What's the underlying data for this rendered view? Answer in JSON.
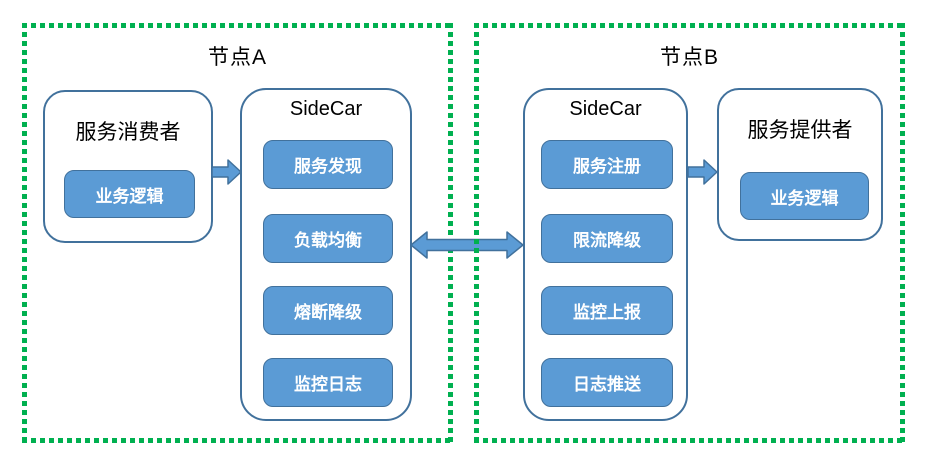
{
  "diagram": {
    "colors": {
      "accent_fill": "#5B9BD5",
      "accent_border": "#41719C",
      "dash_green": "#00B050",
      "box_text": "#ffffff",
      "title_text": "#000000"
    },
    "node_a": {
      "title": "节点A",
      "consumer": {
        "title": "服务消费者",
        "inner_box": "业务逻辑"
      },
      "sidecar": {
        "title": "SideCar",
        "boxes": [
          "服务发现",
          "负载均衡",
          "熔断降级",
          "监控日志"
        ]
      }
    },
    "node_b": {
      "title": "节点B",
      "sidecar": {
        "title": "SideCar",
        "boxes": [
          "服务注册",
          "限流降级",
          "监控上报",
          "日志推送"
        ]
      },
      "provider": {
        "title": "服务提供者",
        "inner_box": "业务逻辑"
      }
    },
    "arrows": [
      {
        "name": "consumer-to-sidecar-a",
        "direction": "right"
      },
      {
        "name": "sidecar-a-to-sidecar-b",
        "direction": "both"
      },
      {
        "name": "sidecar-b-to-provider",
        "direction": "right"
      }
    ]
  }
}
